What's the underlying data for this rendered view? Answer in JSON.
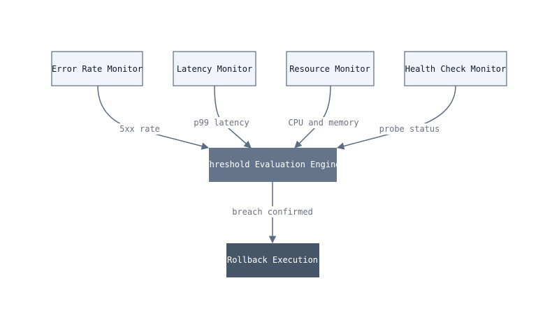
{
  "colors": {
    "source_fill": "#f1f4fb",
    "source_stroke": "#5b6b82",
    "source_text": "#111827",
    "engine_fill": "#64748b",
    "execution_fill": "#475569",
    "dark_text": "#ffffff",
    "edge": "#5b6b82",
    "label_bg": "#ffffff",
    "label_text": "#6b7280"
  },
  "nodes": {
    "error_rate": "Error Rate Monitor",
    "latency": "Latency Monitor",
    "resource": "Resource Monitor",
    "health_check": "Health Check Monitor",
    "engine": "Threshold Evaluation Engine",
    "rollback": "Rollback Execution"
  },
  "edges": {
    "error_rate": "5xx rate",
    "latency": "p99 latency",
    "resource": "CPU and memory",
    "health_check": "probe status",
    "engine": "breach confirmed"
  }
}
